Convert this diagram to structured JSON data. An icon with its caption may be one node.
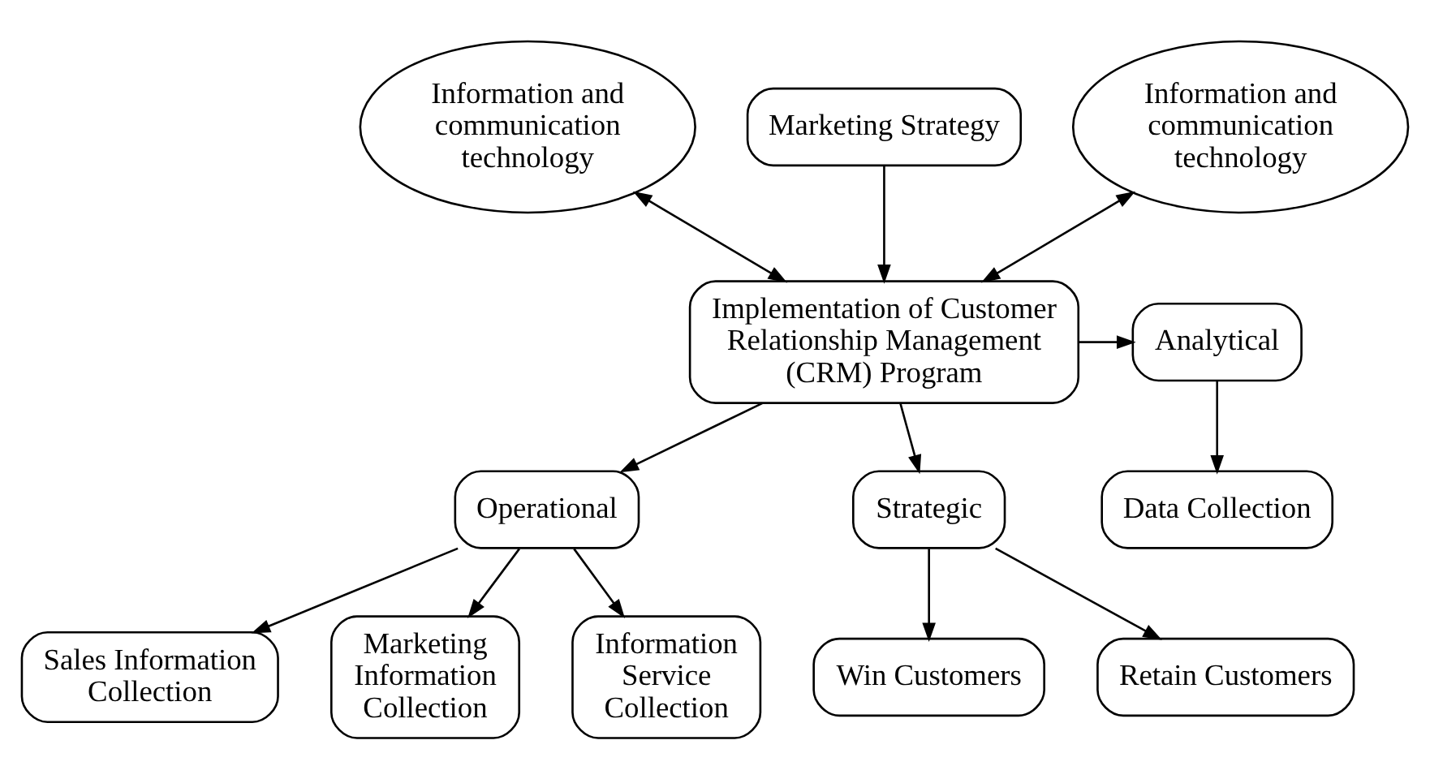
{
  "diagram": {
    "nodes": [
      {
        "text": [
          "Information and communication technology"
        ]
      },
      {
        "text": [
          "Marketing Strategy"
        ]
      },
      {
        "text": [
          "Information and communication technology"
        ]
      },
      {
        "text": [
          "Implementation of Customer Relationship Management (CRM) Program"
        ]
      },
      {
        "text": [
          "Analytical"
        ]
      },
      {
        "text": [
          "Data Collection"
        ]
      },
      {
        "text": [
          "Operational"
        ]
      },
      {
        "text": [
          "Strategic"
        ]
      },
      {
        "text": [
          "Win Customers"
        ]
      },
      {
        "text": [
          "Retain Customers"
        ]
      },
      {
        "text": [
          "Sales Information Collection"
        ]
      },
      {
        "text": [
          "Marketing Information Collection"
        ]
      },
      {
        "text": [
          "Information Service Collection"
        ]
      }
    ],
    "edges": [
      {
        "from": 0,
        "to": 3,
        "arrow": "both"
      },
      {
        "from": 1,
        "to": 3,
        "arrow": "to"
      },
      {
        "from": 3,
        "to": 2,
        "arrow": "both"
      },
      {
        "from": 3,
        "to": 4,
        "arrow": "to"
      },
      {
        "from": 4,
        "to": 5,
        "arrow": "to"
      },
      {
        "from": 3,
        "to": 6,
        "arrow": "to"
      },
      {
        "from": 3,
        "to": 7,
        "arrow": "to"
      },
      {
        "from": 7,
        "to": 8,
        "arrow": "to"
      },
      {
        "from": 7,
        "to": 9,
        "arrow": "to"
      },
      {
        "from": 6,
        "to": 10,
        "arrow": "to"
      },
      {
        "from": 6,
        "to": 11,
        "arrow": "to"
      },
      {
        "from": 6,
        "to": 12,
        "arrow": "to"
      }
    ]
  }
}
